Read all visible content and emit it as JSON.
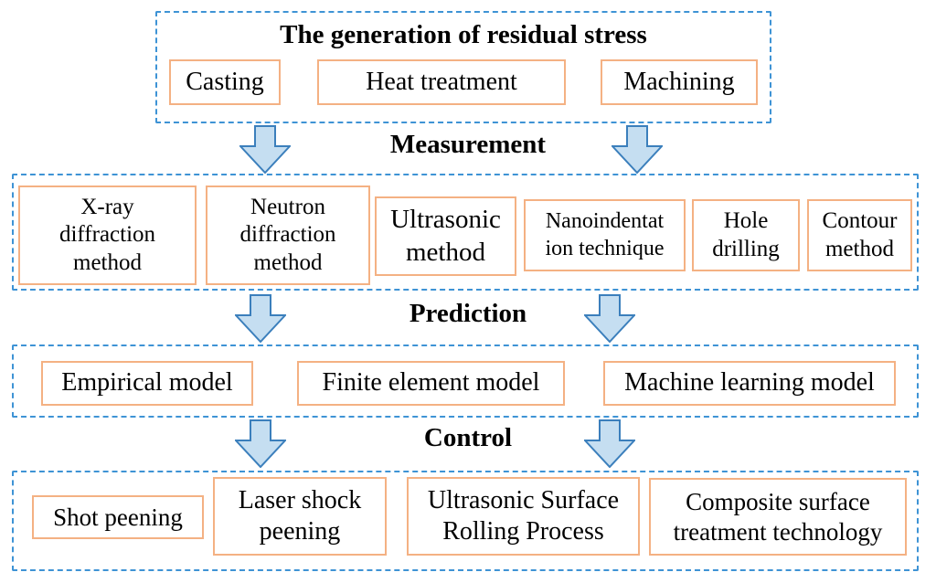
{
  "colors": {
    "dash_blue": "#3E93D5",
    "box_orange": "#F4B183",
    "arrow_fill": "#C5DEF1",
    "arrow_stroke": "#3B7FBC",
    "text": "#000000"
  },
  "sections": {
    "generation": {
      "title": "The generation of residual stress",
      "items": [
        {
          "label": "Casting"
        },
        {
          "label": "Heat treatment"
        },
        {
          "label": "Machining"
        }
      ]
    },
    "measurement": {
      "label": "Measurement",
      "items": [
        {
          "label": "X-ray\ndiffraction\nmethod"
        },
        {
          "label": "Neutron\ndiffraction\nmethod"
        },
        {
          "label": "Ultrasonic\nmethod"
        },
        {
          "label": "Nanoindentat\nion technique"
        },
        {
          "label": "Hole\ndrilling"
        },
        {
          "label": "Contour\nmethod"
        }
      ]
    },
    "prediction": {
      "label": "Prediction",
      "items": [
        {
          "label": "Empirical model"
        },
        {
          "label": "Finite element model"
        },
        {
          "label": "Machine learning model"
        }
      ]
    },
    "control": {
      "label": "Control",
      "items": [
        {
          "label": "Shot peening"
        },
        {
          "label": "Laser shock\npeening"
        },
        {
          "label": "Ultrasonic Surface\nRolling Process"
        },
        {
          "label": "Composite surface\ntreatment technology"
        }
      ]
    }
  }
}
